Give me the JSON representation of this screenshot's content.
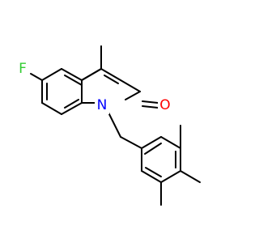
{
  "molecule": {
    "atoms": {
      "fluorine": {
        "symbol": "F",
        "color": "#33cc33"
      },
      "nitrogen": {
        "symbol": "N",
        "color": "#0000ff"
      },
      "oxygen": {
        "symbol": "O",
        "color": "#ff0000"
      }
    },
    "colors": {
      "bond": "#000000",
      "background": "#ffffff"
    }
  }
}
